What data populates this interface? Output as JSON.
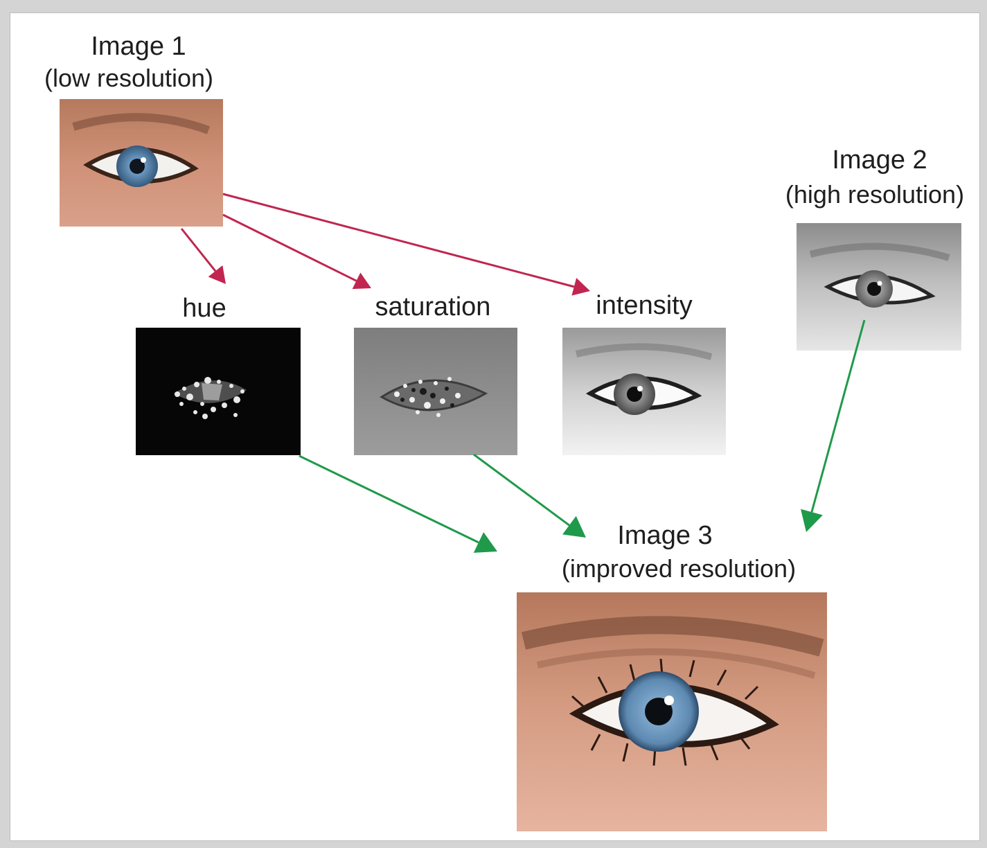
{
  "labels": {
    "image1_title": "Image 1",
    "image1_subtitle": "(low resolution)",
    "image2_title": "Image 2",
    "image2_subtitle": "(high resolution)",
    "image3_title": "Image 3",
    "image3_subtitle": "(improved resolution)",
    "hue": "hue",
    "saturation": "saturation",
    "intensity": "intensity"
  },
  "colors": {
    "split_arrow": "#c0264f",
    "merge_arrow": "#1f9a4a",
    "skin": "#c98a6a",
    "iris": "#4f7fa6"
  }
}
